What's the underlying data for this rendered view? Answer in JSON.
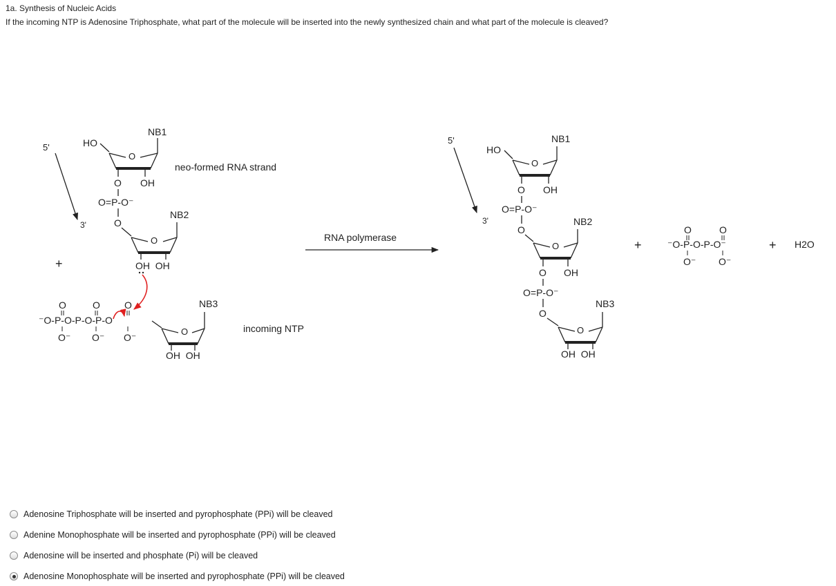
{
  "question": {
    "title": "1a. Synthesis of Nucleic Acids",
    "text": "If the incoming NTP is Adenosine Triphosphate, what part of the molecule will be inserted into the newly synthesized chain and what part of the molecule is cleaved?"
  },
  "scheme": {
    "left": {
      "five_prime": "5'",
      "three_prime": "3'",
      "ho": "HO",
      "nb1": "NB1",
      "ring_o": "O",
      "o": "O",
      "oh": "OH",
      "phosphate": "O=P-O⁻",
      "nb2": "NB2",
      "oh_oh": "OH  OH",
      "strand_label": "neo-formed RNA strand",
      "plus": "+",
      "nb3": "NB3",
      "ntp_label": "incoming NTP",
      "ntp_chain": "⁻O-P-O-P-O-P-O"
    },
    "arrow_label": "RNA polymerase",
    "right": {
      "five_prime": "5'",
      "three_prime": "3'",
      "ho": "HO",
      "nb1": "NB1",
      "nb2": "NB2",
      "nb3": "NB3",
      "oh": "OH",
      "oh_oh": "OH  OH",
      "phosphate": "O=P-O⁻",
      "plus1": "+",
      "ppi": "⁻O-P-O-P-O⁻",
      "plus2": "+",
      "water": "H2O"
    }
  },
  "options": [
    {
      "label": "Adenosine Triphosphate will be inserted and pyrophosphate (PPi) will be cleaved",
      "checked": false
    },
    {
      "label": "Adenine Monophosphate will be inserted and pyrophosphate (PPi) will be cleaved",
      "checked": false
    },
    {
      "label": "Adenosine will be inserted and phosphate (Pi) will be cleaved",
      "checked": false
    },
    {
      "label": "Adenosine Monophosphate will be inserted and pyrophosphate (PPi) will be cleaved",
      "checked": true
    }
  ]
}
